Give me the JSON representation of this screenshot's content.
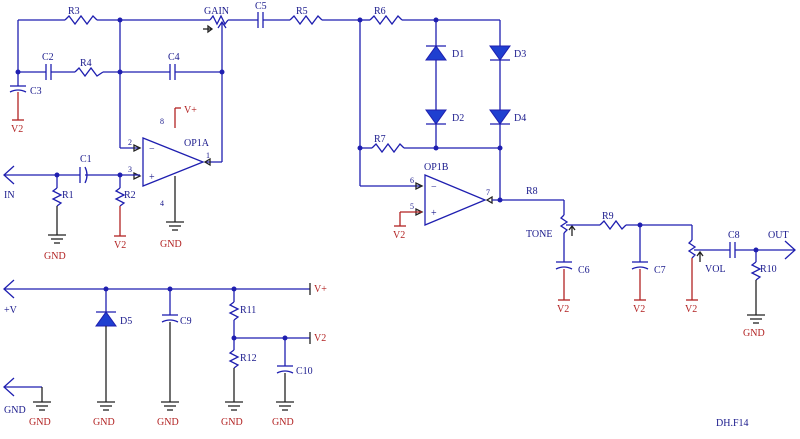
{
  "labels": {
    "R1": "R1",
    "R2": "R2",
    "R3": "R3",
    "R4": "R4",
    "R5": "R5",
    "R6": "R6",
    "R7": "R7",
    "R8": "R8",
    "R9": "R9",
    "R10": "R10",
    "R11": "R11",
    "R12": "R12",
    "C1": "C1",
    "C2": "C2",
    "C3": "C3",
    "C4": "C4",
    "C5": "C5",
    "C6": "C6",
    "C7": "C7",
    "C8": "C8",
    "C9": "C9",
    "C10": "C10",
    "D1": "D1",
    "D2": "D2",
    "D3": "D3",
    "D4": "D4",
    "D5": "D5",
    "OP1A": "OP1A",
    "OP1B": "OP1B",
    "GAIN": "GAIN",
    "TONE": "TONE",
    "VOL": "VOL",
    "IN": "IN",
    "OUT": "OUT",
    "PLUSV": "+V",
    "GND": "GND",
    "VPLUS": "V+",
    "V2": "V2",
    "credit": "DH.F14"
  },
  "pins": {
    "p1": "1",
    "p2": "2",
    "p3": "3",
    "p4": "4",
    "p5": "5",
    "p6": "6",
    "p7": "7",
    "p8": "8"
  },
  "symbols": {
    "minus": "−",
    "plus": "+"
  }
}
